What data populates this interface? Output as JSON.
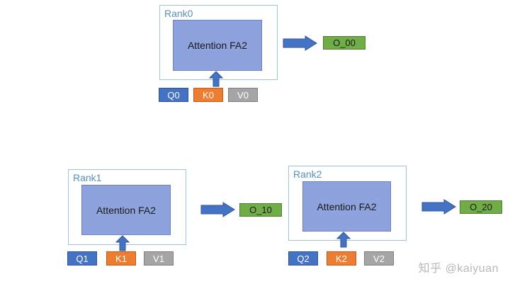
{
  "ranks": [
    {
      "label": "Rank0",
      "block": "Attention FA2",
      "q": "Q0",
      "k": "K0",
      "v": "V0",
      "output": "O_00"
    },
    {
      "label": "Rank1",
      "block": "Attention FA2",
      "q": "Q1",
      "k": "K1",
      "v": "V1",
      "output": "O_10"
    },
    {
      "label": "Rank2",
      "block": "Attention FA2",
      "q": "Q2",
      "k": "K2",
      "v": "V2",
      "output": "O_20"
    }
  ],
  "colors": {
    "q": "#4472c4",
    "k": "#ed7d31",
    "v": "#a5a5a5",
    "output": "#70ad47",
    "block": "#8ea3dd",
    "arrow": "#4472c4"
  },
  "watermark": "知乎 @kaiyuan"
}
